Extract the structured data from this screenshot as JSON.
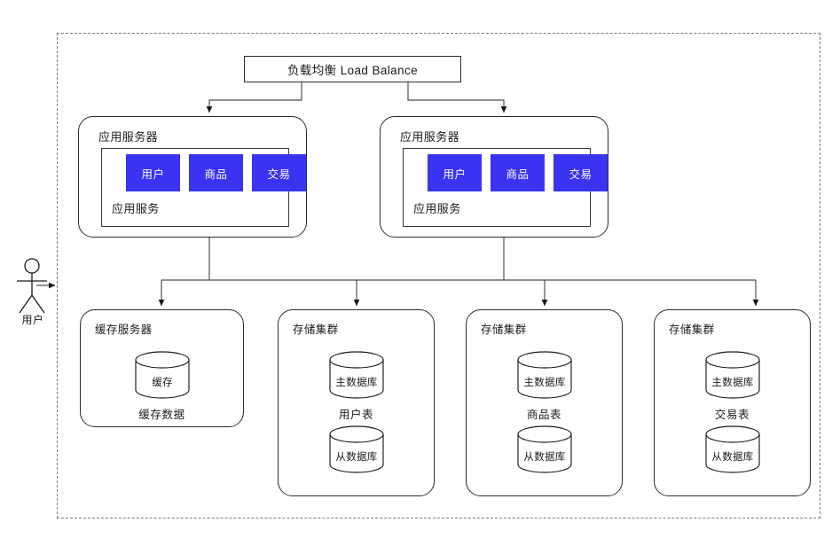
{
  "diagram": {
    "type": "system-architecture",
    "boundary": {
      "style": "dashed",
      "label": ""
    },
    "actor": {
      "label": "用户",
      "icon": "stick-figure-user-icon"
    },
    "load_balancer": {
      "label": "负载均衡 Load Balance"
    },
    "app_servers": [
      {
        "title": "应用服务器",
        "service_label": "应用服务",
        "modules": [
          "用户",
          "商品",
          "交易"
        ]
      },
      {
        "title": "应用服务器",
        "service_label": "应用服务",
        "modules": [
          "用户",
          "商品",
          "交易"
        ]
      }
    ],
    "cache_server": {
      "title": "缓存服务器",
      "cylinder": "缓存",
      "caption": "缓存数据"
    },
    "storage_clusters": [
      {
        "title": "存储集群",
        "master": "主数据库",
        "caption": "用户表",
        "slave": "从数据库"
      },
      {
        "title": "存储集群",
        "master": "主数据库",
        "caption": "商品表",
        "slave": "从数据库"
      },
      {
        "title": "存储集群",
        "master": "主数据库",
        "caption": "交易表",
        "slave": "从数据库"
      }
    ],
    "colors": {
      "module_chip": "#3a33f2",
      "module_chip_text": "#ffffff",
      "stroke": "#2b2b2b",
      "boundary_stroke": "#7a7a7a",
      "background": "#ffffff"
    }
  }
}
